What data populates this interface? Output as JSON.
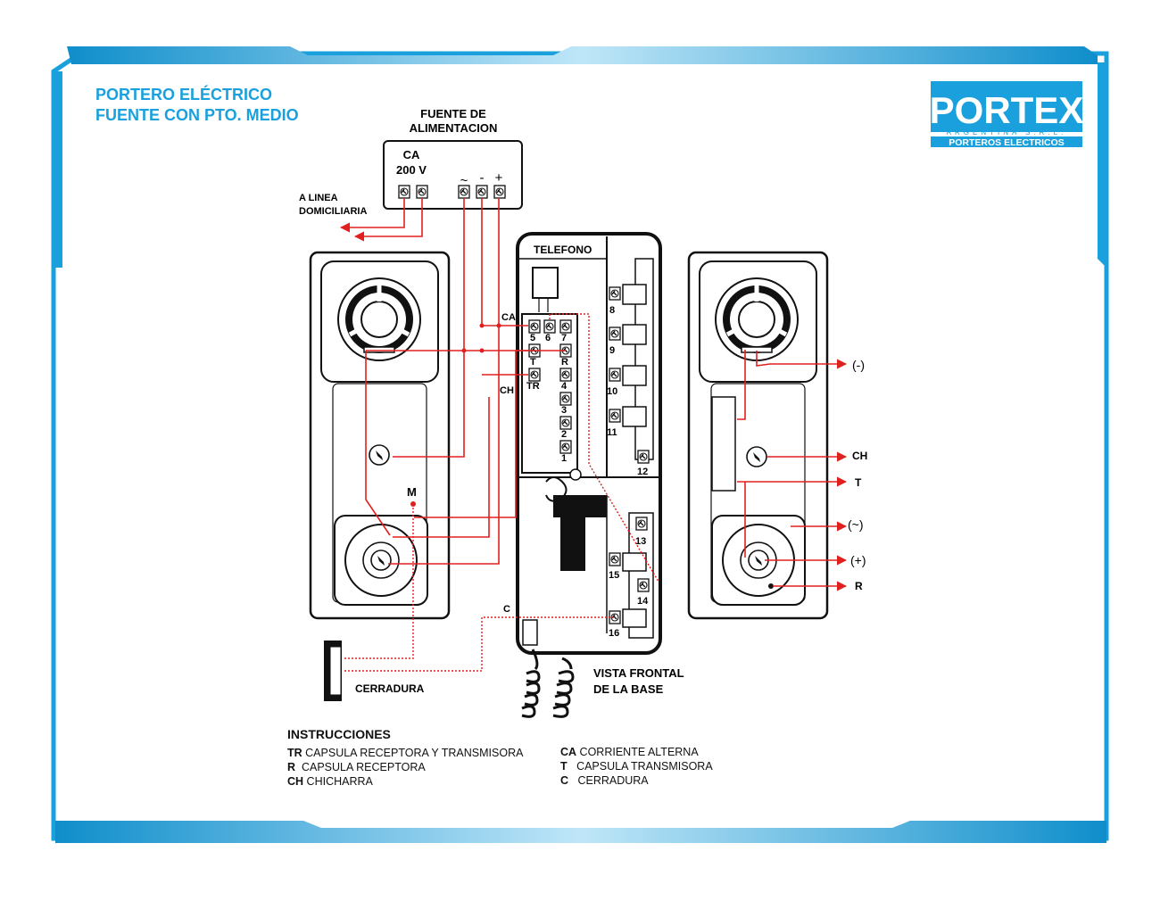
{
  "title": {
    "line1": "PORTERO ELÉCTRICO",
    "line2": "FUENTE CON PTO. MEDIO"
  },
  "logo": {
    "brand": "PORTEX",
    "sub": "ARGENTINA S.R.L.",
    "tag": "PORTEROS ELECTRICOS"
  },
  "power_supply": {
    "heading_line1": "FUENTE DE",
    "heading_line2": "ALIMENTACION",
    "ac_label": "CA",
    "voltage_label": "200 V",
    "tilde": "~",
    "minus": "-",
    "plus": "+",
    "mains_line1": "A LINEA",
    "mains_line2": "DOMICILIARIA"
  },
  "base": {
    "telefono": "TELEFONO",
    "ca": "CA",
    "ch": "CH",
    "c": "C",
    "m": "M",
    "view_line1": "VISTA FRONTAL",
    "view_line2": "DE LA BASE",
    "terminals": [
      "5",
      "6",
      "7",
      "T",
      "R",
      "TR",
      "4",
      "3",
      "2",
      "1",
      "8",
      "9",
      "10",
      "11",
      "12",
      "13",
      "14",
      "15",
      "16"
    ]
  },
  "right_panel": {
    "minus": "(-)",
    "ch": "CH",
    "t": "T",
    "tilde": "(~)",
    "plus": "(+)",
    "r": "R"
  },
  "lock": {
    "label": "CERRADURA"
  },
  "instructions": {
    "heading": "INSTRUCCIONES",
    "left": [
      {
        "code": "TR",
        "text": "CAPSULA RECEPTORA Y TRANSMISORA"
      },
      {
        "code": "R",
        "text": "CAPSULA RECEPTORA"
      },
      {
        "code": "CH",
        "text": "CHICHARRA"
      }
    ],
    "right": [
      {
        "code": "CA",
        "text": "CORRIENTE ALTERNA"
      },
      {
        "code": "T",
        "text": "CAPSULA TRANSMISORA"
      },
      {
        "code": "C",
        "text": "CERRADURA"
      }
    ]
  },
  "colors": {
    "frame": "#1aa0dc",
    "wire": "#e0201e",
    "ink": "#111111"
  }
}
